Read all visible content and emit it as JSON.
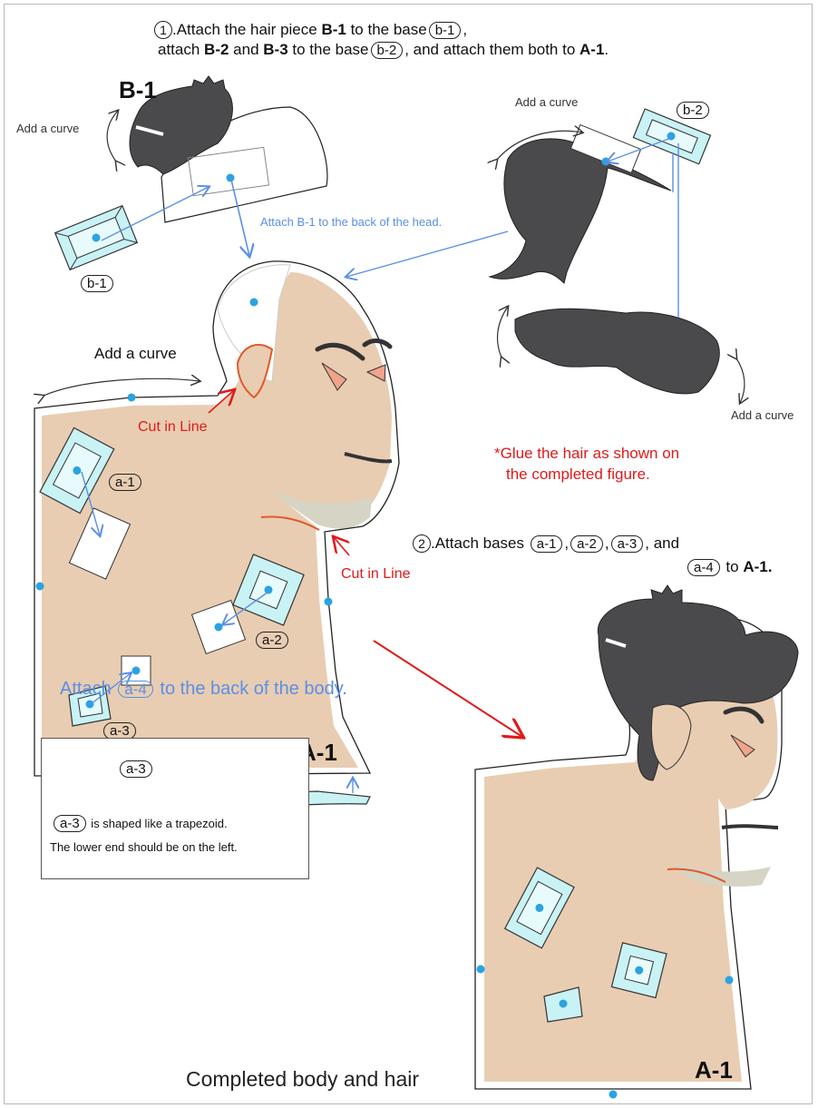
{
  "step1": {
    "num": "1",
    "line1_pre": ".Attach the hair piece ",
    "line1_b1": "B-1",
    "line1_mid": " to the base",
    "line1_base": "b-1",
    "line1_post": ",",
    "line2_pre": "attach ",
    "line2_b2": "B-2",
    "line2_and": " and ",
    "line2_b3": "B-3",
    "line2_mid": " to the base",
    "line2_base": "b-2",
    "line2_post": ", and attach them both to ",
    "line2_a1": "A-1",
    "line2_end": "."
  },
  "labels": {
    "b1_title": "B-1",
    "add_curve_1": "Add a curve",
    "add_curve_2": "Add a curve",
    "add_curve_3": "Add a curve",
    "add_curve_4": "Add a curve",
    "b1_base": "b-1",
    "b2_base": "b-2",
    "attach_b1": "Attach B-1 to the back of the head.",
    "cut_line_1": "Cut in Line",
    "cut_line_2": "Cut in Line",
    "glue_note_1": "*Glue the hair as shown on",
    "glue_note_2": "the completed figure.",
    "a1_base": "a-1",
    "a2_base": "a-2",
    "a3_base": "a-3",
    "a4_base": "a-4",
    "a1_body": "A-1",
    "a1_completed": "A-1"
  },
  "step2": {
    "num": "2",
    "pre": ".Attach bases ",
    "b_a1": "a-1",
    "b_a2": "a-2",
    "b_a3": "a-3",
    "and": ", and",
    "b_a4": "a-4",
    "to": " to ",
    "a1": "A-1."
  },
  "back_note": {
    "pre": "Attach ",
    "base": "a-4",
    "post": " to the back of the body."
  },
  "note_box": {
    "label": "a-3",
    "line1_base": "a-3",
    "line1_text": " is shaped like a trapezoid.",
    "line2": "The lower end should be on the left."
  },
  "completed_caption": "Completed body and hair",
  "colors": {
    "skin": "#e8cdb2",
    "hair": "#4a4a4c",
    "gem": "#c9f2f5",
    "dot": "#2aa3e0",
    "arrow_blue": "#5b8fe6",
    "arrow_red": "#e01a1a"
  }
}
